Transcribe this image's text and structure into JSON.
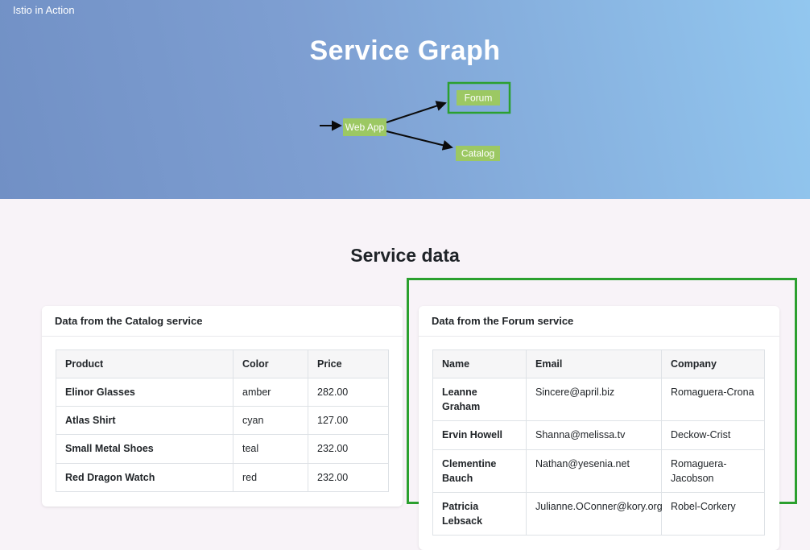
{
  "brand": "Istio in Action",
  "hero": {
    "title": "Service Graph",
    "gradient_start": "#7190c5",
    "gradient_end": "#92c7ef"
  },
  "graph": {
    "node_color": "#9cc863",
    "highlight_color": "#2ba02f",
    "nodes": {
      "webapp": {
        "label": "Web App"
      },
      "forum": {
        "label": "Forum",
        "selected": true
      },
      "catalog": {
        "label": "Catalog"
      }
    }
  },
  "main": {
    "heading": "Service data",
    "catalog_card": {
      "header": "Data from the Catalog service",
      "columns": {
        "c0": "Product",
        "c1": "Color",
        "c2": "Price"
      },
      "rows": [
        {
          "product": "Elinor Glasses",
          "color": "amber",
          "price": "282.00"
        },
        {
          "product": "Atlas Shirt",
          "color": "cyan",
          "price": "127.00"
        },
        {
          "product": "Small Metal Shoes",
          "color": "teal",
          "price": "232.00"
        },
        {
          "product": "Red Dragon Watch",
          "color": "red",
          "price": "232.00"
        }
      ]
    },
    "forum_card": {
      "header": "Data from the Forum service",
      "columns": {
        "c0": "Name",
        "c1": "Email",
        "c2": "Company"
      },
      "rows": [
        {
          "name": "Leanne Graham",
          "email": "Sincere@april.biz",
          "company": "Romaguera-Crona"
        },
        {
          "name": "Ervin Howell",
          "email": "Shanna@melissa.tv",
          "company": "Deckow-Crist"
        },
        {
          "name": "Clementine Bauch",
          "email": "Nathan@yesenia.net",
          "company": "Romaguera-Jacobson"
        },
        {
          "name": "Patricia Lebsack",
          "email": "Julianne.OConner@kory.org",
          "company": "Robel-Corkery"
        }
      ]
    }
  }
}
